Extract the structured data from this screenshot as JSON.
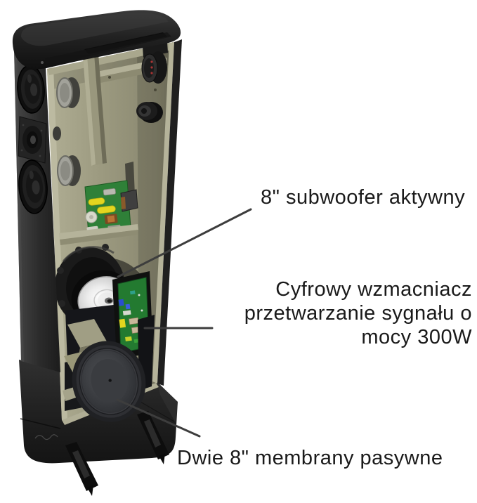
{
  "callouts": {
    "subwoofer": {
      "label": "8\" subwoofer aktywny"
    },
    "amplifier": {
      "line1": "Cyfrowy wzmacniacz",
      "line2": "przetwarzanie sygnału o",
      "line3": "mocy 300W"
    },
    "passive_radiators": {
      "label": "Dwie 8\" membrany pasywne"
    }
  },
  "colors": {
    "background": "#ffffff",
    "text": "#1a1a1a",
    "leader-line": "#3d3d3d",
    "cabinet-black": "#1f1f1f",
    "interior-olive": "#9d9b81",
    "interior-edge": "#bcbaa1",
    "pcb-green": "#2f8038",
    "amp-pcb-green": "#237a30",
    "capacitor-yellow": "#e3d51f",
    "cone-silver": "#ededed",
    "radiator-gray": "#3a3c40"
  }
}
